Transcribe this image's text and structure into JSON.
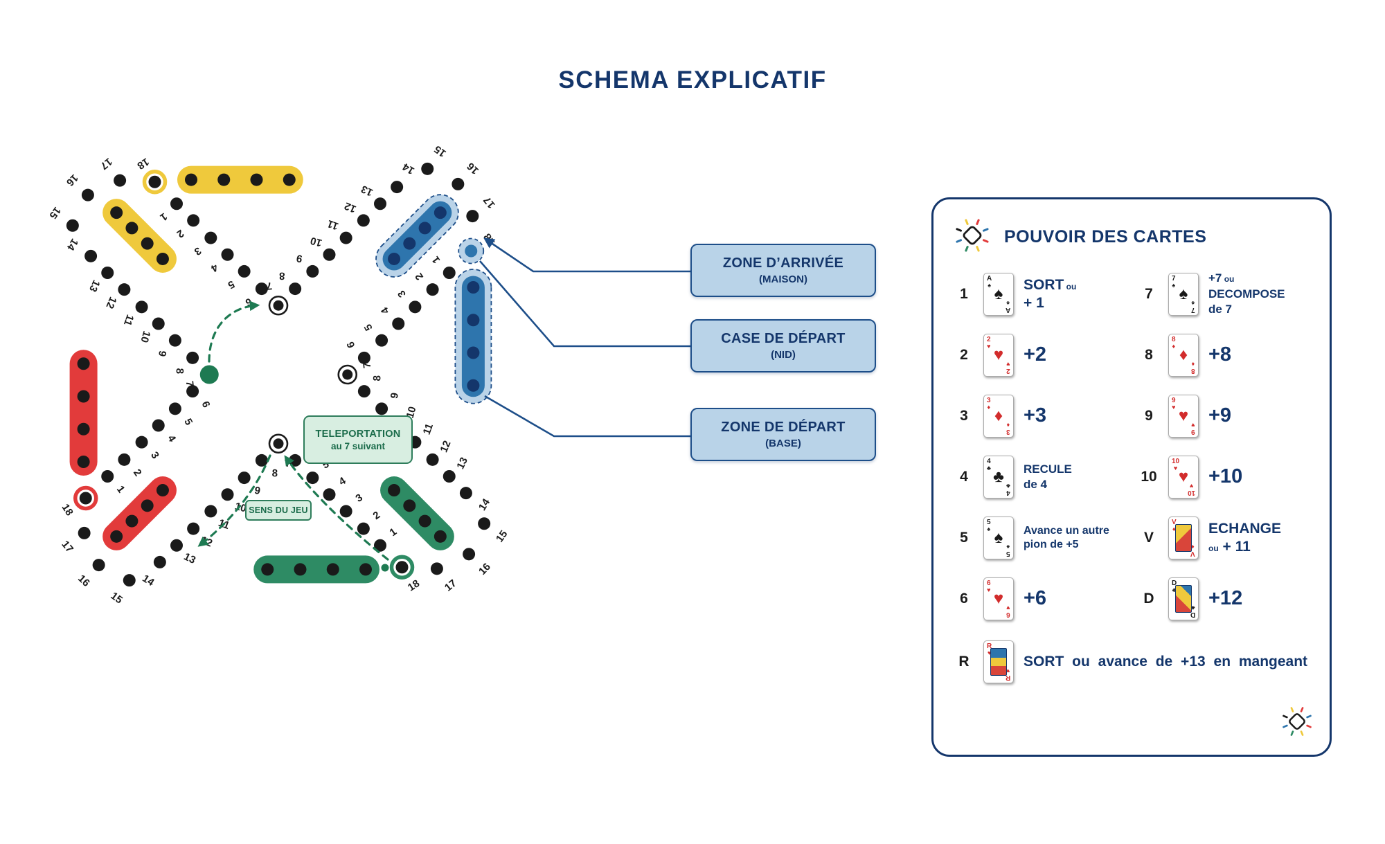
{
  "page_title": "SCHEMA EXPLICATIF",
  "board": {
    "track_numbers": [
      "1",
      "2",
      "3",
      "4",
      "5",
      "6",
      "7",
      "8",
      "9",
      "10",
      "11",
      "12",
      "13",
      "14",
      "15",
      "16",
      "17",
      "18"
    ],
    "zone_labels": [
      {
        "title": "ZONE D’ARRIVÉE",
        "subtitle": "(MAISON)"
      },
      {
        "title": "CASE DE DÉPART",
        "subtitle": "(NID)"
      },
      {
        "title": "ZONE DE DÉPART",
        "subtitle": "(BASE)"
      }
    ],
    "teleport_box": {
      "title": "TELEPORTATION",
      "subtitle": "au 7 suivant"
    },
    "sens_box": {
      "title": "SENS DU JEU"
    },
    "player_colors": {
      "blue": "#2E75AD",
      "green": "#2E8B64",
      "red": "#E23B3B",
      "yellow": "#EFC93C"
    },
    "highlight": {
      "fill": "#BAD3E8",
      "stroke": "#1D4E89"
    },
    "dot_color": "#1A1A1A",
    "arrow_color": "#1E7A52"
  },
  "panel": {
    "title": "POUVOIR DES CARTES",
    "entries": [
      {
        "rank": "1",
        "card": {
          "r": "A",
          "suit": "♠",
          "red": false
        },
        "lines": [
          [
            {
              "t": "SORT",
              "k": "lg"
            },
            {
              "t": " ou",
              "k": "small"
            }
          ],
          [
            {
              "t": "+ 1",
              "k": "lg"
            }
          ]
        ]
      },
      {
        "rank": "7",
        "card": {
          "r": "7",
          "suit": "♠",
          "red": false
        },
        "lines": [
          [
            {
              "t": "+7",
              "k": "med"
            },
            {
              "t": " ou",
              "k": "small"
            }
          ],
          [
            {
              "t": "DECOMPOSE",
              "k": "med"
            }
          ],
          [
            {
              "t": "de 7",
              "k": "med"
            }
          ]
        ]
      },
      {
        "rank": "2",
        "card": {
          "r": "2",
          "suit": "♥",
          "red": true
        },
        "lines": [
          [
            {
              "t": "+2",
              "k": "big"
            }
          ]
        ]
      },
      {
        "rank": "8",
        "card": {
          "r": "8",
          "suit": "♦",
          "red": true
        },
        "lines": [
          [
            {
              "t": "+8",
              "k": "big"
            }
          ]
        ]
      },
      {
        "rank": "3",
        "card": {
          "r": "3",
          "suit": "♦",
          "red": true
        },
        "lines": [
          [
            {
              "t": "+3",
              "k": "big"
            }
          ]
        ]
      },
      {
        "rank": "9",
        "card": {
          "r": "9",
          "suit": "♥",
          "red": true
        },
        "lines": [
          [
            {
              "t": "+9",
              "k": "big"
            }
          ]
        ]
      },
      {
        "rank": "4",
        "card": {
          "r": "4",
          "suit": "♣",
          "red": false
        },
        "lines": [
          [
            {
              "t": "RECULE",
              "k": "med"
            }
          ],
          [
            {
              "t": "de 4",
              "k": "med"
            }
          ]
        ]
      },
      {
        "rank": "10",
        "card": {
          "r": "10",
          "suit": "♥",
          "red": true
        },
        "lines": [
          [
            {
              "t": "+10",
              "k": "big"
            }
          ]
        ]
      },
      {
        "rank": "5",
        "card": {
          "r": "5",
          "suit": "♠",
          "red": false
        },
        "lines": [
          [
            {
              "t": "Avance un autre",
              "k": "reg"
            }
          ],
          [
            {
              "t": "pion de +5",
              "k": "reg"
            }
          ]
        ]
      },
      {
        "rank": "V",
        "card": {
          "r": "V",
          "suit": "♦",
          "red": true,
          "face": "v"
        },
        "lines": [
          [
            {
              "t": "ECHANGE",
              "k": "lg"
            }
          ],
          [
            {
              "t": "ou",
              "k": "small"
            },
            {
              "t": " + 11",
              "k": "lg"
            }
          ]
        ]
      },
      {
        "rank": "6",
        "card": {
          "r": "6",
          "suit": "♥",
          "red": true
        },
        "lines": [
          [
            {
              "t": "+6",
              "k": "big"
            }
          ]
        ]
      },
      {
        "rank": "D",
        "card": {
          "r": "D",
          "suit": "♣",
          "red": false,
          "face": "d"
        },
        "lines": [
          [
            {
              "t": "+12",
              "k": "big"
            }
          ]
        ]
      }
    ],
    "full_entry": {
      "rank": "R",
      "card": {
        "r": "R",
        "suit": "♥",
        "red": true,
        "face": "r"
      },
      "lines": [
        [
          {
            "t": "SORT ou avance de +13 en mangeant",
            "k": "lg"
          }
        ]
      ]
    }
  }
}
